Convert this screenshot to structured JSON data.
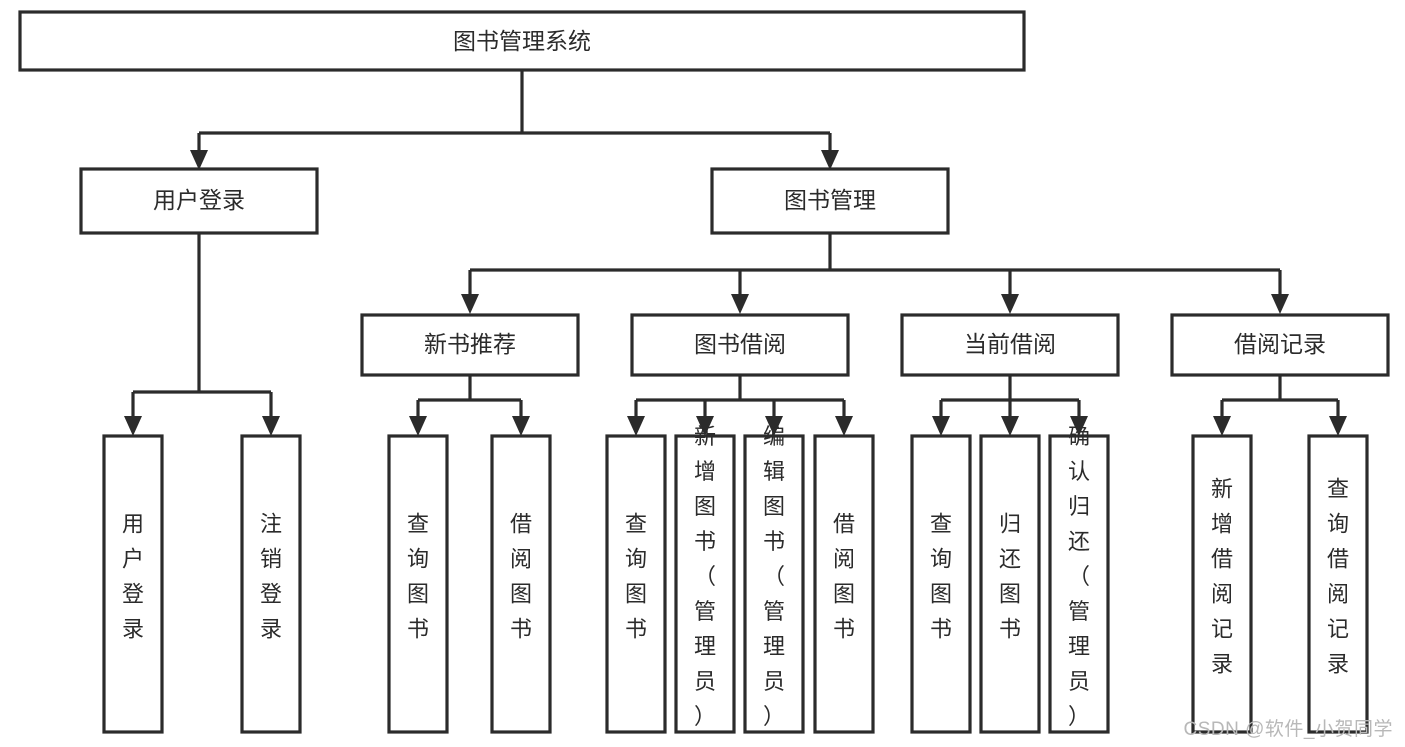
{
  "diagram": {
    "type": "tree",
    "title": "图书管理系统",
    "watermark": "CSDN @软件_小贺同学",
    "colors": {
      "stroke": "#2b2b2b",
      "fill": "#ffffff",
      "background": "#ffffff",
      "watermark": "#b8b8b8"
    },
    "levels": {
      "root": {
        "label": "图书管理系统"
      },
      "level2": [
        {
          "id": "user-login",
          "label": "用户登录"
        },
        {
          "id": "book-manage",
          "label": "图书管理"
        }
      ],
      "level3": [
        {
          "id": "new-book-recommend",
          "label": "新书推荐",
          "parent": "book-manage"
        },
        {
          "id": "book-borrow",
          "label": "图书借阅",
          "parent": "book-manage"
        },
        {
          "id": "current-borrow",
          "label": "当前借阅",
          "parent": "book-manage"
        },
        {
          "id": "borrow-record",
          "label": "借阅记录",
          "parent": "book-manage"
        }
      ],
      "leaves": [
        {
          "id": "leaf-user-login",
          "label": "用户登录",
          "parent": "user-login"
        },
        {
          "id": "leaf-logout-login",
          "label": "注销登录",
          "parent": "user-login"
        },
        {
          "id": "leaf-query-book-1",
          "label": "查询图书",
          "parent": "new-book-recommend"
        },
        {
          "id": "leaf-borrow-book-1",
          "label": "借阅图书",
          "parent": "new-book-recommend"
        },
        {
          "id": "leaf-query-book-2",
          "label": "查询图书",
          "parent": "book-borrow"
        },
        {
          "id": "leaf-add-book",
          "label": "新增图书（管理员）",
          "parent": "book-borrow"
        },
        {
          "id": "leaf-edit-book",
          "label": "编辑图书（管理员）",
          "parent": "book-borrow"
        },
        {
          "id": "leaf-borrow-book-2",
          "label": "借阅图书",
          "parent": "book-borrow"
        },
        {
          "id": "leaf-query-book-3",
          "label": "查询图书",
          "parent": "current-borrow"
        },
        {
          "id": "leaf-return-book",
          "label": "归还图书",
          "parent": "current-borrow"
        },
        {
          "id": "leaf-confirm-return",
          "label": "确认归还（管理员）",
          "parent": "current-borrow"
        },
        {
          "id": "leaf-add-record",
          "label": "新增借阅记录",
          "parent": "borrow-record"
        },
        {
          "id": "leaf-query-record",
          "label": "查询借阅记录",
          "parent": "borrow-record"
        }
      ]
    }
  }
}
